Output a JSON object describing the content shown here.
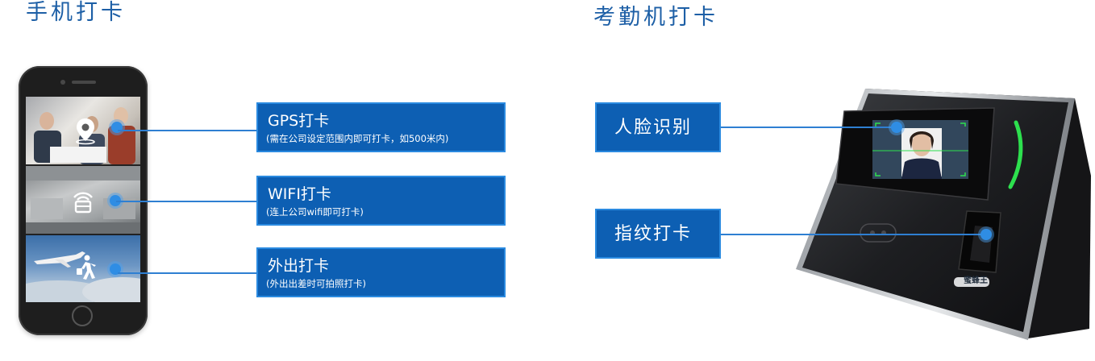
{
  "left_heading": "手机打卡",
  "right_heading": "考勤机打卡",
  "phone_methods": [
    {
      "title": "GPS打卡",
      "note": "(需在公司设定范围内即可打卡，如500米内)",
      "icon": "location-pin-icon"
    },
    {
      "title": "WIFI打卡",
      "note": "(连上公司wifi即可打卡)",
      "icon": "wifi-lock-icon"
    },
    {
      "title": "外出打卡",
      "note": "(外出出差时可拍照打卡)",
      "icon": "walking-person-icon"
    }
  ],
  "device_methods": [
    {
      "title": "人脸识别",
      "icon": "face-recognition-icon"
    },
    {
      "title": "指纹打卡",
      "icon": "fingerprint-icon"
    }
  ],
  "device_brand": "蜜蜂王",
  "colors": {
    "heading": "#1d5fa6",
    "box_fill": "#0d5fb3",
    "box_border": "#2a8ae0",
    "line": "#2e7fd2"
  }
}
